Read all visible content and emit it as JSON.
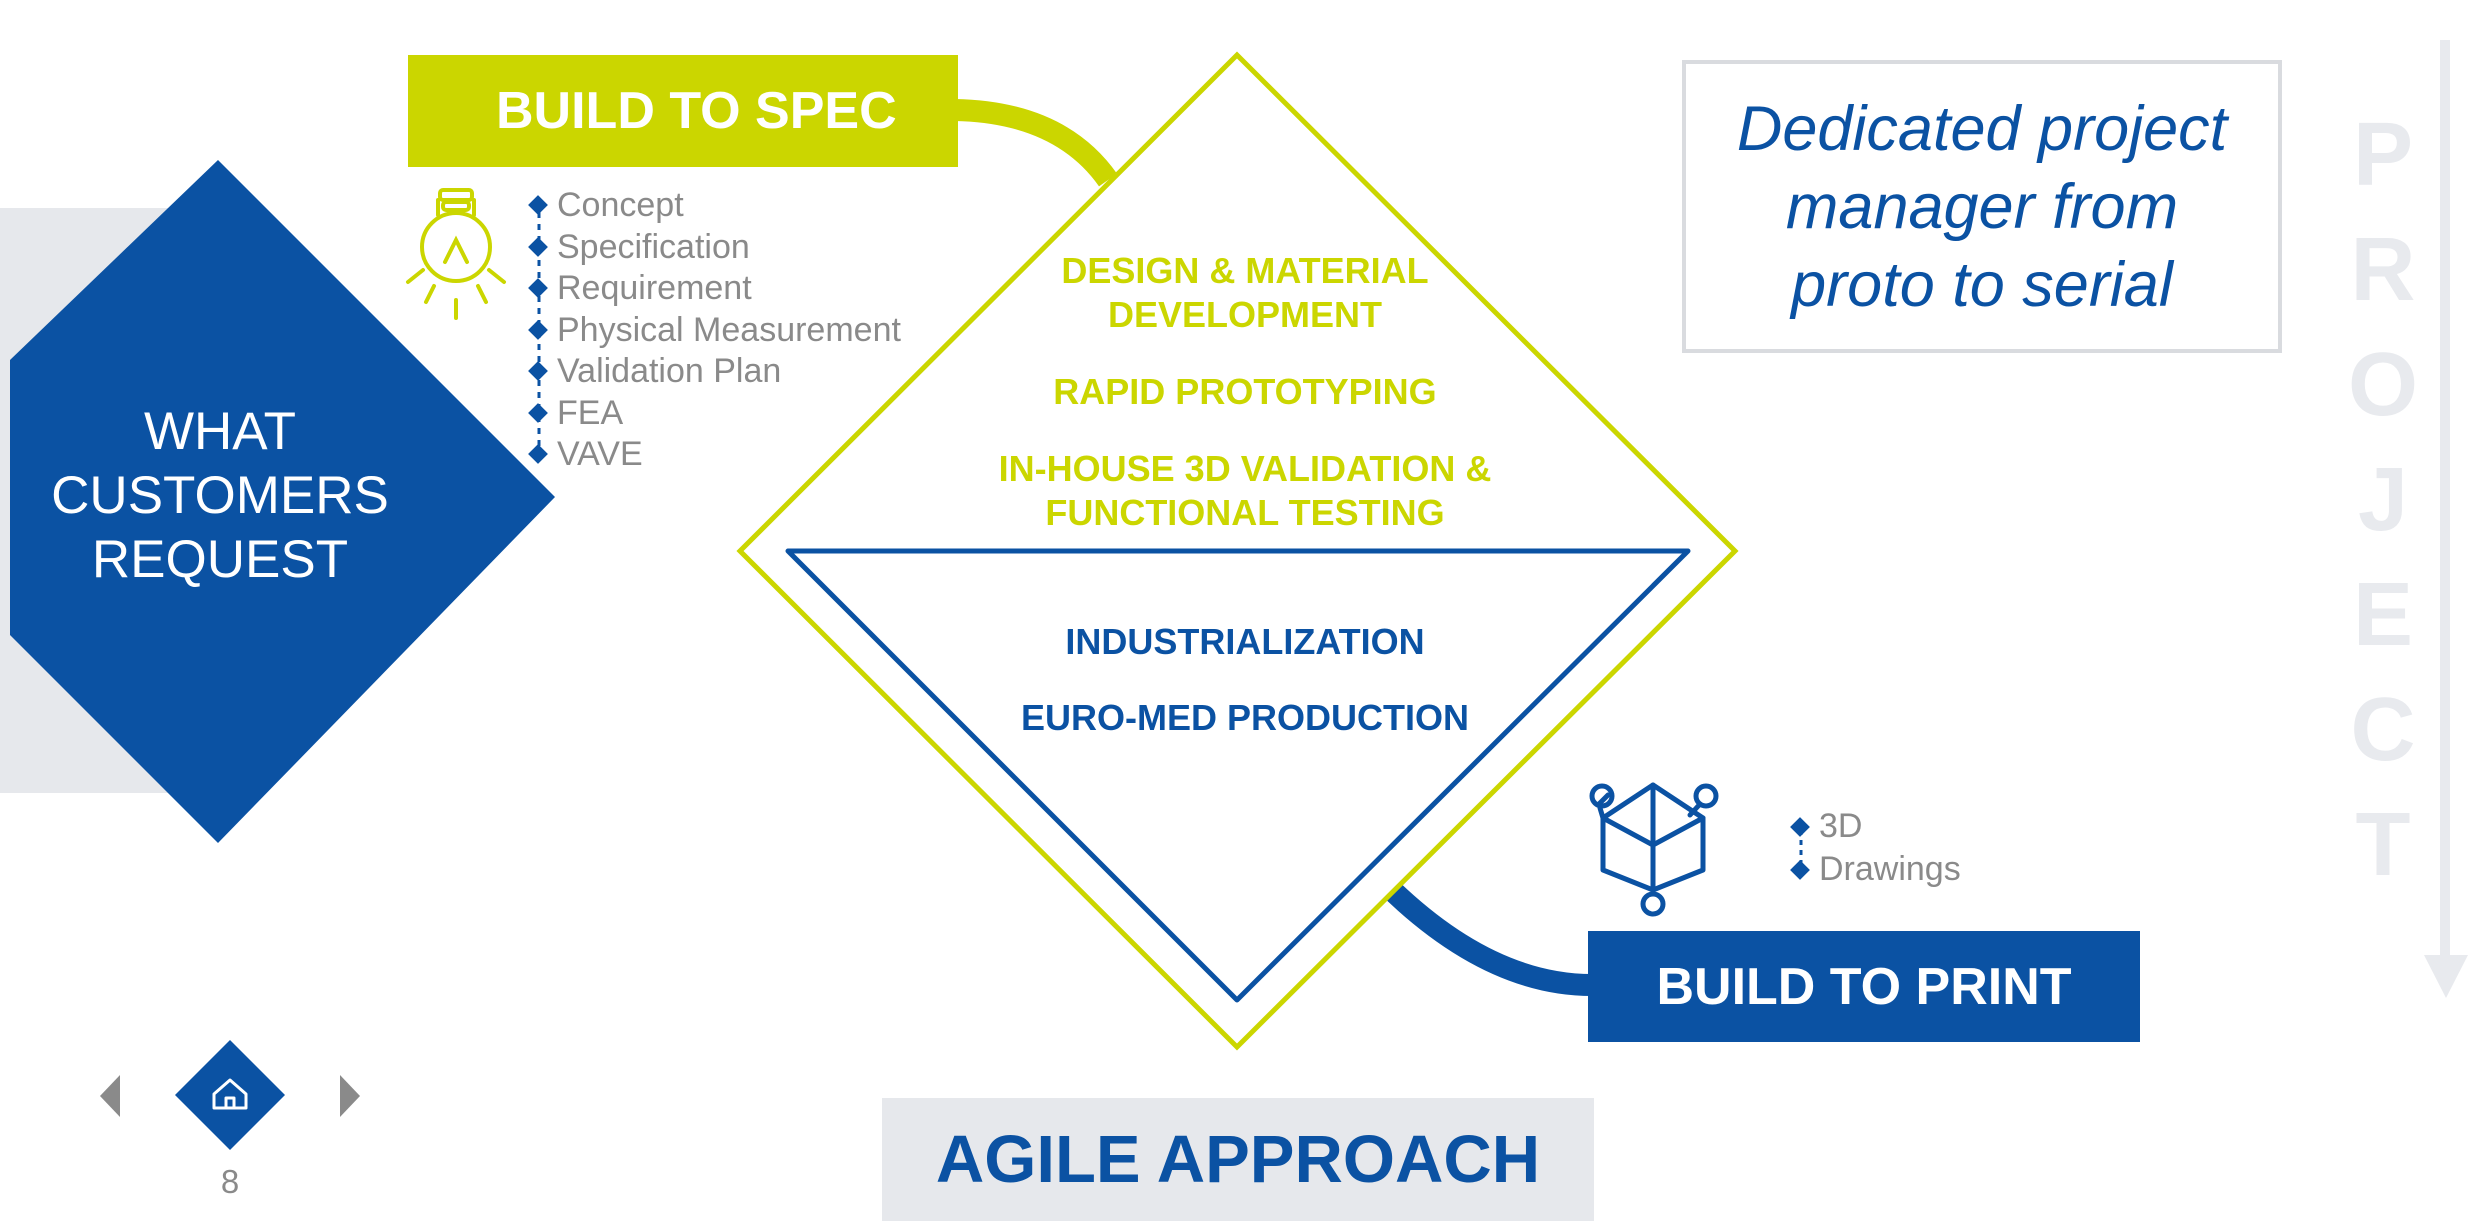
{
  "colors": {
    "blue": "#0b52a3",
    "lime": "#cbd600",
    "gray_text": "#8a8a8a",
    "light_gray": "#e6e8ec",
    "white": "#ffffff"
  },
  "customers": {
    "label": "WHAT\nCUSTOMERS\nREQUEST"
  },
  "build_to_spec": {
    "title": "BUILD TO SPEC",
    "icon": "lightbulb-icon",
    "items": [
      "Concept",
      "Specification",
      "Requirement",
      "Physical Measurement",
      "Validation Plan",
      "FEA",
      "VAVE"
    ]
  },
  "build_to_print": {
    "title": "BUILD TO PRINT",
    "icon": "3d-cube-icon",
    "items": [
      "3D",
      "Drawings"
    ]
  },
  "phases": {
    "upper": [
      "DESIGN & MATERIAL\nDEVELOPMENT",
      "RAPID PROTOTYPING",
      "IN-HOUSE 3D VALIDATION &\nFUNCTIONAL TESTING"
    ],
    "lower": [
      "INDUSTRIALIZATION",
      "EURO-MED PRODUCTION"
    ]
  },
  "callout": {
    "text": "Dedicated project\nmanager from\nproto to serial"
  },
  "project": {
    "letters": [
      "P",
      "R",
      "O",
      "J",
      "E",
      "C",
      "T"
    ]
  },
  "agile": {
    "label": "AGILE APPROACH"
  },
  "nav": {
    "page": "8",
    "prev_icon": "triangle-left-icon",
    "home_icon": "home-icon",
    "next_icon": "triangle-right-icon"
  }
}
